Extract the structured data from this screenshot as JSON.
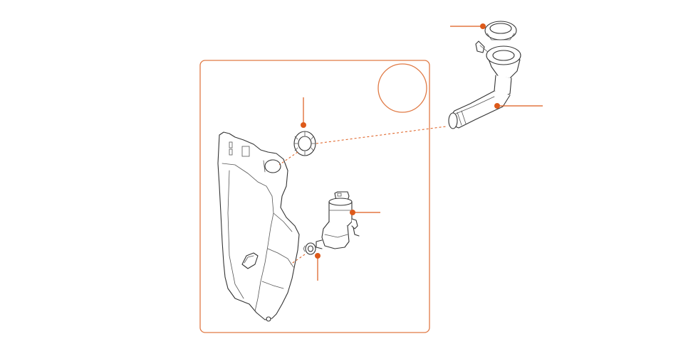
{
  "diagram": {
    "colors": {
      "accent": "#dd5a1a",
      "frame": "#e07a45",
      "line": "#333333",
      "background": "#ffffff"
    },
    "callouts": [
      {
        "name": "filler-cap",
        "label": ""
      },
      {
        "name": "filler-neck-pipe",
        "label": ""
      },
      {
        "name": "grommet",
        "label": ""
      },
      {
        "name": "washer-pump",
        "label": ""
      },
      {
        "name": "pump-grommet",
        "label": ""
      }
    ],
    "icons": [
      "empty-circle-marker"
    ]
  }
}
